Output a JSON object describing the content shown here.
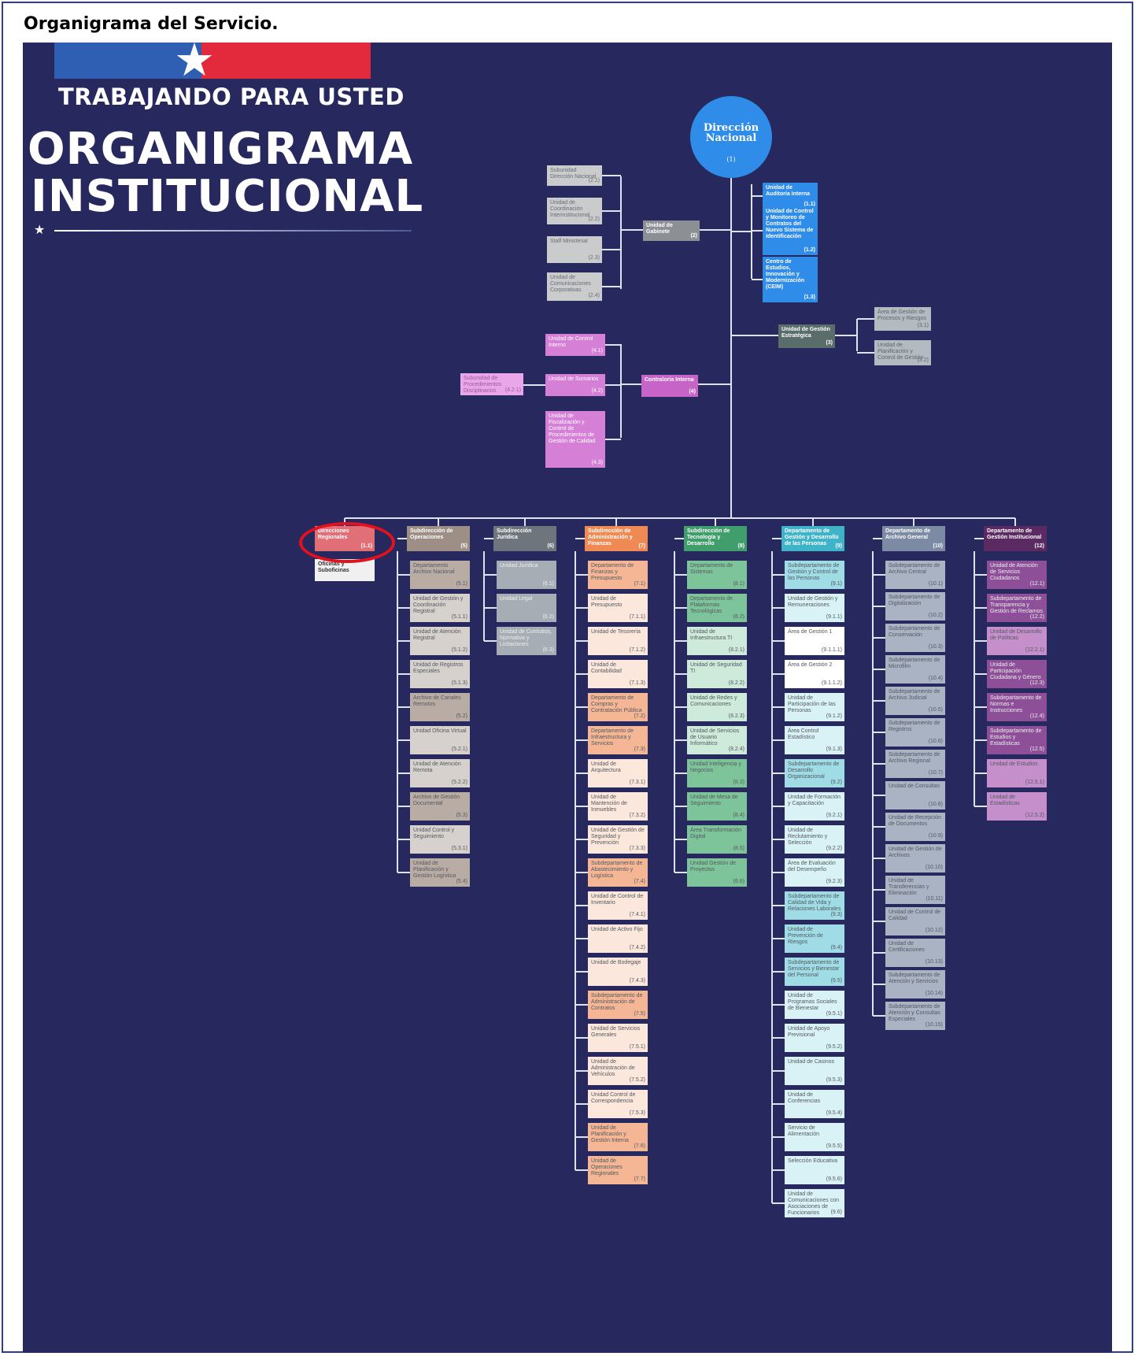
{
  "page": {
    "title": "Organigrama del Servicio."
  },
  "poster": {
    "slogan": "TRABAJANDO PARA USTED",
    "title_line1": "ORGANIGRAMA",
    "title_line2": "INSTITUCIONAL",
    "star": "★"
  },
  "colors": {
    "background": "#27295e",
    "director": "#2f8ce8",
    "line": "#dfe3ef",
    "highlight": "#e3101e"
  },
  "director": {
    "label_1": "Dirección",
    "label_2": "Nacional",
    "code": "(1)"
  },
  "gabinete": {
    "label": "Unidad de Gabinete",
    "code": "(2)",
    "children": [
      {
        "label": "Subunidad Dirección Nacional",
        "code": "(2.1)"
      },
      {
        "label": "Unidad de Coordinación Interinstitucional",
        "code": "(2.2)"
      },
      {
        "label": "Staff Ministerial",
        "code": "(2.3)"
      },
      {
        "label": "Unidad de Comunicaciones Corporativas",
        "code": "(2.4)"
      }
    ]
  },
  "right_units": [
    {
      "label": "Unidad de Auditoría Interna",
      "code": "(1.1)"
    },
    {
      "label": "Unidad de Control y Monitoreo de Contratos del Nuevo Sistema de Identificación",
      "code": "(1.2)"
    },
    {
      "label": "Centro de Estudios, Innovación y Modernización (CEIM)",
      "code": "(1.3)"
    }
  ],
  "gestion": {
    "label": "Unidad de Gestión Estratégica",
    "code": "(3)",
    "children": [
      {
        "label": "Área de Gestión de Procesos y Riesgos",
        "code": "(3.1)"
      },
      {
        "label": "Unidad de Planificación y Control de Gestión",
        "code": "(3.2)"
      }
    ]
  },
  "contraloria": {
    "label": "Contraloría Interna",
    "code": "(4)",
    "extra": {
      "label": "Subunidad de Procedimientos Disciplinarios",
      "code": "(4.2.1)"
    },
    "children": [
      {
        "label": "Unidad de Control Interno",
        "code": "(4.1)"
      },
      {
        "label": "Unidad de Sumarios",
        "code": "(4.2)"
      },
      {
        "label": "Unidad de Fiscalización y Control de Procedimientos de Gestión de Calidad",
        "code": "(4.3)"
      }
    ]
  },
  "divisions": [
    {
      "label": "Direcciones Regionales",
      "code": "(1.1)",
      "color": "#e06f78",
      "text": "#ffffff",
      "sub": {
        "label": "Oficinas y Suboficinas",
        "color": "#f0f0f0"
      },
      "children": []
    },
    {
      "label": "Subdirección de Operaciones",
      "code": "(5)",
      "color": "#9e8f86",
      "text": "#ffffff",
      "children": [
        {
          "label": "Departamento Archivo Nacional",
          "code": "(5.1)",
          "color": "#b9aca5"
        },
        {
          "label": "Unidad de Gestión y Coordinación Registral",
          "code": "(5.1.1)",
          "color": "#d6d1cd"
        },
        {
          "label": "Unidad de Atención Registral",
          "code": "(5.1.2)",
          "color": "#d6d1cd"
        },
        {
          "label": "Unidad de Registros Especiales",
          "code": "(5.1.3)",
          "color": "#d6d1cd"
        },
        {
          "label": "Archivo de Canales Remotos",
          "code": "(5.2)",
          "color": "#b9aca5"
        },
        {
          "label": "Unidad Oficina Virtual",
          "code": "(5.2.1)",
          "color": "#d6d1cd"
        },
        {
          "label": "Unidad de Atención Remota",
          "code": "(5.2.2)",
          "color": "#d6d1cd"
        },
        {
          "label": "Archivo de Gestión Documental",
          "code": "(5.3)",
          "color": "#b9aca5"
        },
        {
          "label": "Unidad Control y Seguimiento",
          "code": "(5.3.1)",
          "color": "#d6d1cd"
        },
        {
          "label": "Unidad de Planificación y Gestión Logística",
          "code": "(5.4)",
          "color": "#b9aca5"
        }
      ]
    },
    {
      "label": "Subdirección Jurídica",
      "code": "(6)",
      "color": "#6e757d",
      "text": "#ffffff",
      "children": [
        {
          "label": "Unidad Jurídica",
          "code": "(6.1)",
          "color": "#a6adb5"
        },
        {
          "label": "Unidad Legal",
          "code": "(6.2)",
          "color": "#a6adb5"
        },
        {
          "label": "Unidad de Contratos, Normativa y Licitaciones",
          "code": "(6.3)",
          "color": "#a6adb5"
        }
      ]
    },
    {
      "label": "Subdirección de Administración y Finanzas",
      "code": "(7)",
      "color": "#f08a54",
      "text": "#ffffff",
      "children": [
        {
          "label": "Departamento de Finanzas y Presupuesto",
          "code": "(7.1)",
          "color": "#f4b694"
        },
        {
          "label": "Unidad de Presupuesto",
          "code": "(7.1.1)",
          "color": "#fbe7db"
        },
        {
          "label": "Unidad de Tesorería",
          "code": "(7.1.2)",
          "color": "#fbe7db"
        },
        {
          "label": "Unidad de Contabilidad",
          "code": "(7.1.3)",
          "color": "#fbe7db"
        },
        {
          "label": "Departamento de Compras y Contratación Pública",
          "code": "(7.2)",
          "color": "#f4b694"
        },
        {
          "label": "Departamento de Infraestructura y Servicios",
          "code": "(7.3)",
          "color": "#f4b694"
        },
        {
          "label": "Unidad de Arquitectura",
          "code": "(7.3.1)",
          "color": "#fbe7db"
        },
        {
          "label": "Unidad de Mantención de Inmuebles",
          "code": "(7.3.2)",
          "color": "#fbe7db"
        },
        {
          "label": "Unidad de Gestión de Seguridad y Prevención",
          "code": "(7.3.3)",
          "color": "#fbe7db"
        },
        {
          "label": "Subdepartamento de Abastecimiento y Logística",
          "code": "(7.4)",
          "color": "#f4b694"
        },
        {
          "label": "Unidad de Control de Inventario",
          "code": "(7.4.1)",
          "color": "#fbe7db"
        },
        {
          "label": "Unidad de Activo Fijo",
          "code": "(7.4.2)",
          "color": "#fbe7db"
        },
        {
          "label": "Unidad de Bodegaje",
          "code": "(7.4.3)",
          "color": "#fbe7db"
        },
        {
          "label": "Subdepartamento de Administración de Contratos",
          "code": "(7.5)",
          "color": "#f4b694"
        },
        {
          "label": "Unidad de Servicios Generales",
          "code": "(7.5.1)",
          "color": "#fbe7db"
        },
        {
          "label": "Unidad de Administración de Vehículos",
          "code": "(7.5.2)",
          "color": "#fbe7db"
        },
        {
          "label": "Unidad Control de Correspondencia",
          "code": "(7.5.3)",
          "color": "#fbe7db"
        },
        {
          "label": "Unidad de Planificación y Gestión Interna",
          "code": "(7.6)",
          "color": "#f4b694"
        },
        {
          "label": "Unidad de Operaciones Regionales",
          "code": "(7.7)",
          "color": "#f4b694"
        }
      ]
    },
    {
      "label": "Subdirección de Tecnología y Desarrollo",
      "code": "(8)",
      "color": "#3f9e6b",
      "text": "#ffffff",
      "children": [
        {
          "label": "Departamento de Sistemas",
          "code": "(8.1)",
          "color": "#7ec49a"
        },
        {
          "label": "Departamento de Plataformas Tecnológicas",
          "code": "(8.2)",
          "color": "#7ec49a"
        },
        {
          "label": "Unidad de Infraestructura TI",
          "code": "(8.2.1)",
          "color": "#cdeada"
        },
        {
          "label": "Unidad de Seguridad TI",
          "code": "(8.2.2)",
          "color": "#cdeada"
        },
        {
          "label": "Unidad de Redes y Comunicaciones",
          "code": "(8.2.3)",
          "color": "#cdeada"
        },
        {
          "label": "Unidad de Servicios de Usuario Informático",
          "code": "(8.2.4)",
          "color": "#cdeada"
        },
        {
          "label": "Unidad Inteligencia y Negocios",
          "code": "(8.3)",
          "color": "#7ec49a"
        },
        {
          "label": "Unidad de Mesa de Seguimiento",
          "code": "(8.4)",
          "color": "#7ec49a"
        },
        {
          "label": "Área Transformación Digital",
          "code": "(8.5)",
          "color": "#7ec49a"
        },
        {
          "label": "Unidad Gestión de Proyectos",
          "code": "(8.6)",
          "color": "#7ec49a"
        }
      ]
    },
    {
      "label": "Departamento de Gestión y Desarrollo de las Personas",
      "code": "(9)",
      "color": "#3fb3c8",
      "text": "#ffffff",
      "children": [
        {
          "label": "Subdepartamento de Gestión y Control de las Personas",
          "code": "(9.1)",
          "color": "#9fdce6"
        },
        {
          "label": "Unidad de Gestión y Remuneraciones",
          "code": "(9.1.1)",
          "color": "#d9f2f6"
        },
        {
          "label": "Área de Gestión 1",
          "code": "(9.1.1.1)",
          "color": "#ffffff"
        },
        {
          "label": "Área de Gestión 2",
          "code": "(9.1.1.2)",
          "color": "#ffffff"
        },
        {
          "label": "Unidad de Participación de las Personas",
          "code": "(9.1.2)",
          "color": "#d9f2f6"
        },
        {
          "label": "Área Control Estadístico",
          "code": "(9.1.3)",
          "color": "#d9f2f6"
        },
        {
          "label": "Subdepartamento de Desarrollo Organizacional",
          "code": "(9.2)",
          "color": "#9fdce6"
        },
        {
          "label": "Unidad de Formación y Capacitación",
          "code": "(9.2.1)",
          "color": "#d9f2f6"
        },
        {
          "label": "Unidad de Reclutamiento y Selección",
          "code": "(9.2.2)",
          "color": "#d9f2f6"
        },
        {
          "label": "Área de Evaluación del Desempeño",
          "code": "(9.2.3)",
          "color": "#d9f2f6"
        },
        {
          "label": "Subdepartamento de Calidad de Vida y Relaciones Laborales",
          "code": "(9.3)",
          "color": "#9fdce6"
        },
        {
          "label": "Unidad de Prevención de Riesgos",
          "code": "(9.4)",
          "color": "#9fdce6"
        },
        {
          "label": "Subdepartamento de Servicios y Bienestar del Personal",
          "code": "(9.5)",
          "color": "#9fdce6"
        },
        {
          "label": "Unidad de Programas Sociales de Bienestar",
          "code": "(9.5.1)",
          "color": "#d9f2f6"
        },
        {
          "label": "Unidad de Apoyo Previsional",
          "code": "(9.5.2)",
          "color": "#d9f2f6"
        },
        {
          "label": "Unidad de Casinos",
          "code": "(9.5.3)",
          "color": "#d9f2f6"
        },
        {
          "label": "Unidad de Conferencias",
          "code": "(9.5.4)",
          "color": "#d9f2f6"
        },
        {
          "label": "Servicio de Alimentación",
          "code": "(9.5.5)",
          "color": "#d9f2f6"
        },
        {
          "label": "Selección Educativa",
          "code": "(9.5.6)",
          "color": "#d9f2f6"
        },
        {
          "label": "Unidad de Comunicaciones con Asociaciones de Funcionarios",
          "code": "(9.6)",
          "color": "#d9f2f6"
        }
      ]
    },
    {
      "label": "Departamento de Archivo General",
      "code": "(10)",
      "color": "#7c8aa3",
      "text": "#ffffff",
      "children": [
        {
          "label": "Subdepartamento de Archivo Central",
          "code": "(10.1)",
          "color": "#a9b3c4"
        },
        {
          "label": "Subdepartamento de Digitalización",
          "code": "(10.2)",
          "color": "#a9b3c4"
        },
        {
          "label": "Subdepartamento de Conservación",
          "code": "(10.3)",
          "color": "#a9b3c4"
        },
        {
          "label": "Subdepartamento de Microfilm",
          "code": "(10.4)",
          "color": "#a9b3c4"
        },
        {
          "label": "Subdepartamento de Archivo Judicial",
          "code": "(10.5)",
          "color": "#a9b3c4"
        },
        {
          "label": "Subdepartamento de Registros",
          "code": "(10.6)",
          "color": "#a9b3c4"
        },
        {
          "label": "Subdepartamento de Archivo Regional",
          "code": "(10.7)",
          "color": "#a9b3c4"
        },
        {
          "label": "Unidad de Consultas",
          "code": "(10.8)",
          "color": "#a9b3c4"
        },
        {
          "label": "Unidad de Recepción de Documentos",
          "code": "(10.9)",
          "color": "#a9b3c4"
        },
        {
          "label": "Unidad de Gestión de Archivos",
          "code": "(10.10)",
          "color": "#a9b3c4"
        },
        {
          "label": "Unidad de Transferencias y Eliminación",
          "code": "(10.11)",
          "color": "#a9b3c4"
        },
        {
          "label": "Unidad de Control de Calidad",
          "code": "(10.12)",
          "color": "#a9b3c4"
        },
        {
          "label": "Unidad de Certificaciones",
          "code": "(10.13)",
          "color": "#a9b3c4"
        },
        {
          "label": "Subdepartamento de Atención y Servicios",
          "code": "(10.14)",
          "color": "#a9b3c4"
        },
        {
          "label": "Subdepartamento de Atención y Consultas Especiales",
          "code": "(10.15)",
          "color": "#a9b3c4"
        }
      ]
    },
    {
      "label": "Departamento de Gestión Institucional",
      "code": "(12)",
      "color": "#5b2a63",
      "text": "#ffffff",
      "children": [
        {
          "label": "Unidad de Atención de Servicios Ciudadanos",
          "code": "(12.1)",
          "color": "#8c4f98"
        },
        {
          "label": "Subdepartamento de Transparencia y Gestión de Reclamos",
          "code": "(12.2)",
          "color": "#8c4f98"
        },
        {
          "label": "Unidad de Desarrollo de Políticas",
          "code": "(12.2.1)",
          "color": "#c58fcc"
        },
        {
          "label": "Unidad de Participación Ciudadana y Género",
          "code": "(12.3)",
          "color": "#8c4f98"
        },
        {
          "label": "Subdepartamento de Normas e Instrucciones",
          "code": "(12.4)",
          "color": "#8c4f98"
        },
        {
          "label": "Subdepartamento de Estudios y Estadísticas",
          "code": "(12.5)",
          "color": "#8c4f98"
        },
        {
          "label": "Unidad de Estudios",
          "code": "(12.5.1)",
          "color": "#c58fcc"
        },
        {
          "label": "Unidad de Estadísticas",
          "code": "(12.5.2)",
          "color": "#c58fcc"
        }
      ]
    }
  ]
}
